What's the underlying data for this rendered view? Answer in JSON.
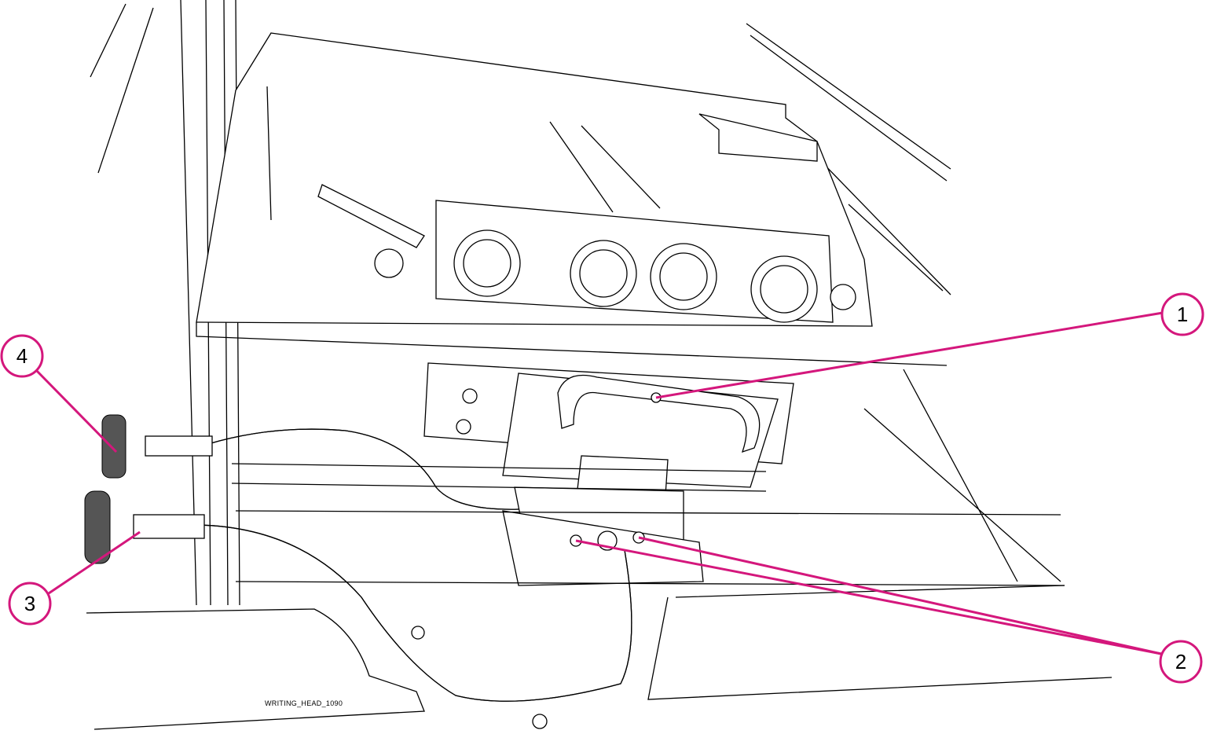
{
  "figure_id": "WRITING_HEAD_1090",
  "callouts": [
    {
      "number": "1"
    },
    {
      "number": "2"
    },
    {
      "number": "3"
    },
    {
      "number": "4"
    }
  ],
  "colors": {
    "callout": "#d4177c",
    "line": "#000000"
  }
}
